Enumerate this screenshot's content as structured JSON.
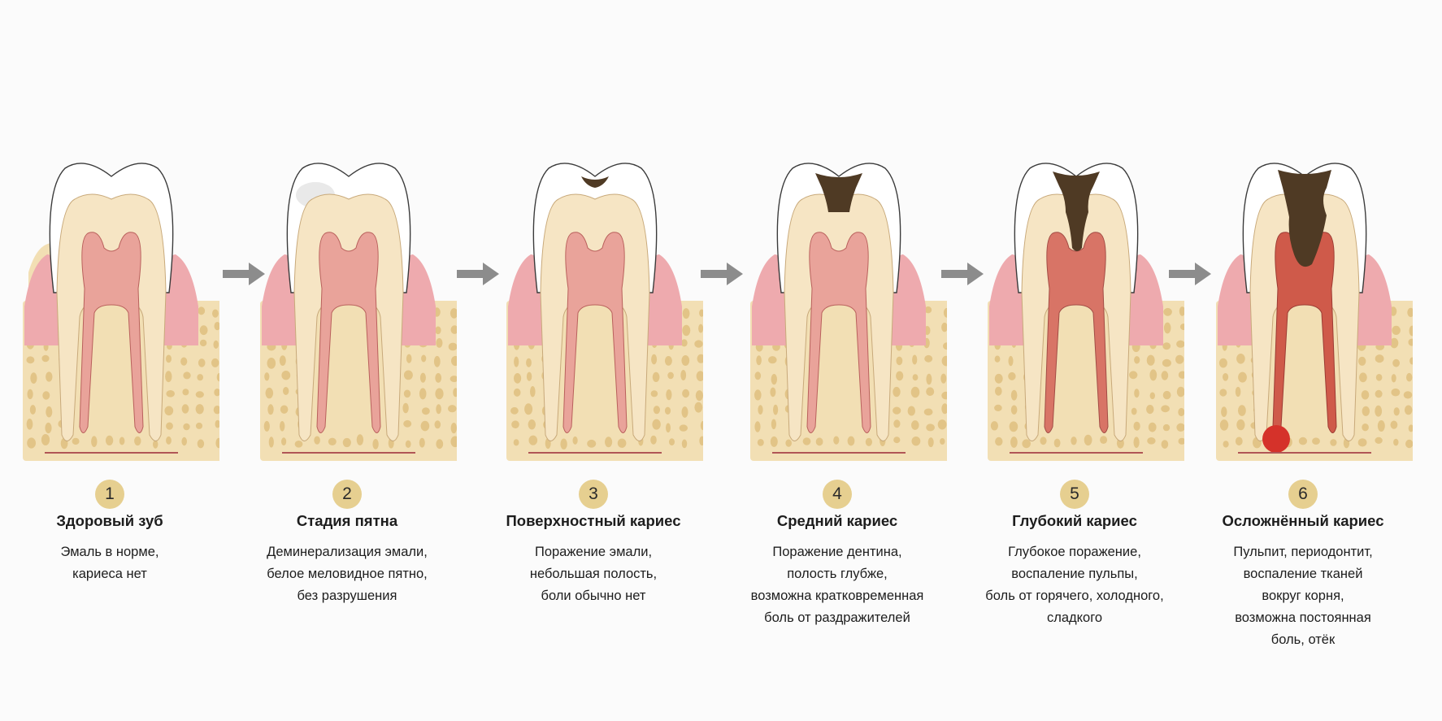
{
  "stages": [
    {
      "number": "1",
      "title": "Здоровый зуб",
      "lines": [
        "Эмаль в норме,",
        "кариеса нет"
      ],
      "condition": "healthy"
    },
    {
      "number": "2",
      "title": "Стадия пятна",
      "lines": [
        "Деминерализация эмали,",
        "белое меловидное пятно,",
        "без разрушения"
      ],
      "condition": "white-spot"
    },
    {
      "number": "3",
      "title": "Поверхностный кариес",
      "lines": [
        "Поражение эмали,",
        "небольшая полость,",
        "боли обычно нет"
      ],
      "condition": "enamel-cavity"
    },
    {
      "number": "4",
      "title": "Средний кариес",
      "lines": [
        "Поражение дентина,",
        "полость глубже,",
        "возможна кратковременная",
        "боль от раздражителей"
      ],
      "condition": "dentin-cavity"
    },
    {
      "number": "5",
      "title": "Глубокий кариес",
      "lines": [
        "Глубокое поражение,",
        "воспаление пульпы,",
        "боль от горячего, холодного,",
        "сладкого"
      ],
      "condition": "deep-cavity"
    },
    {
      "number": "6",
      "title": "Осложнённый кариес",
      "lines": [
        "Пульпит, периодонтит,",
        "воспаление тканей",
        "вокруг корня,",
        "возможна постоянная",
        "боль, отёк"
      ],
      "condition": "complicated"
    }
  ],
  "colors": {
    "enamel": "#ffffff",
    "dentin": "#f6e5c4",
    "pulp": "#e9a39a",
    "pulp_inflamed": "#cf5a4a",
    "gum": "#eeaaae",
    "bone": "#f2dfb4",
    "caries": "#4f3a24",
    "abscess": "#d5322a",
    "badge": "#e6cf90",
    "arrow": "#8c8c8c"
  },
  "icons": {
    "arrow": "arrow-right-icon",
    "tooth": "tooth-cross-section-icon"
  }
}
